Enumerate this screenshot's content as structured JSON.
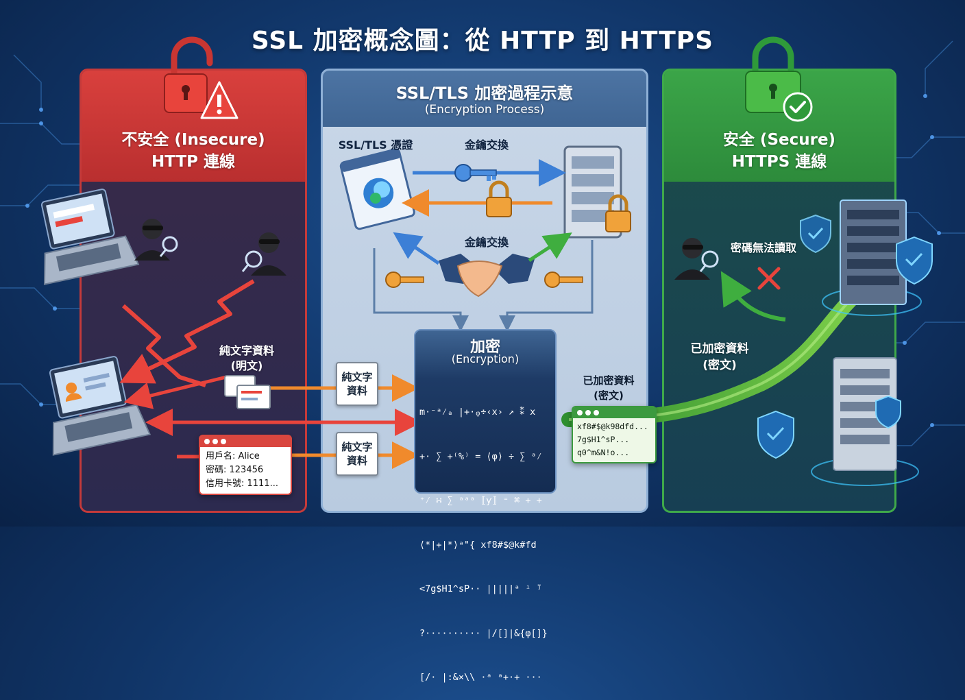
{
  "title": "SSL 加密概念圖：從 HTTP 到 HTTPS",
  "left_panel": {
    "heading_line1": "不安全 (Insecure)",
    "heading_line2": "HTTP 連線",
    "plaintext_label_line1": "純文字資料",
    "plaintext_label_line2": "(明文)",
    "form_card": {
      "line1": "用戶名: Alice",
      "line2": "密碼: 123456",
      "line3": "信用卡號: 1111..."
    }
  },
  "middle_panel": {
    "heading_line1": "SSL/TLS 加密過程示意",
    "heading_line2": "(Encryption Process)",
    "cert_label": "SSL/TLS 憑證",
    "key_exchange_top": "金鑰交換",
    "key_exchange_mid": "金鑰交換",
    "doc1_line1": "純文字",
    "doc1_line2": "資料",
    "doc2_line1": "純文字",
    "doc2_line2": "資料",
    "encryption_title": "加密",
    "encryption_subtitle": "(Encryption)",
    "cipher_text": [
      "m·⁻ᵃ⁄ₐ |+·ᵩ÷‹x› ↗ ⁑ x",
      "+· ∑ +⁽%⁾ = ⟨φ⟩ ÷ ∑ ᵃ⁄",
      "⁺⁄ ∺ ∑ ᵃᵃᵃ ⟦ƴ⟧ ⁼ ⌘ + +",
      "⟨*|+|*⟩ᵃ\"{ xf8#$@k#fd",
      "<7g$H1^sP·· |||||ᵃ ⁱ ̈ʲ",
      "?·········· |/[]|&{φ[]}",
      "[/· |:&×\\\\ ·ᵃ ᵃ+·+ ···"
    ],
    "ciphertext_label_line1": "已加密資料",
    "ciphertext_label_line2": "(密文)",
    "encrypted_card": {
      "line1": "xf8#$@k98dfd...",
      "line2": "7g$H1^sP...",
      "line3": "q0^m&N!o..."
    }
  },
  "right_panel": {
    "heading_line1": "安全 (Secure)",
    "heading_line2": "HTTPS 連線",
    "unreadable_label": "密碼無法讀取",
    "ciphertext_label_line1": "已加密資料",
    "ciphertext_label_line2": "(密文)"
  },
  "colors": {
    "insecure_red": "#d9403d",
    "secure_green": "#3ba548",
    "process_blue": "#4d74a3",
    "orange_arrow": "#f08a2c",
    "blue_arrow": "#3c7fd6"
  },
  "icons": [
    "unlocked-padlock-icon",
    "warning-icon",
    "locked-padlock-icon",
    "check-icon",
    "key-icon",
    "server-icon",
    "laptop-icon",
    "hacker-icon",
    "magnifier-icon",
    "handshake-icon",
    "browser-icon",
    "shield-icon",
    "cross-icon",
    "lightning-icon"
  ]
}
